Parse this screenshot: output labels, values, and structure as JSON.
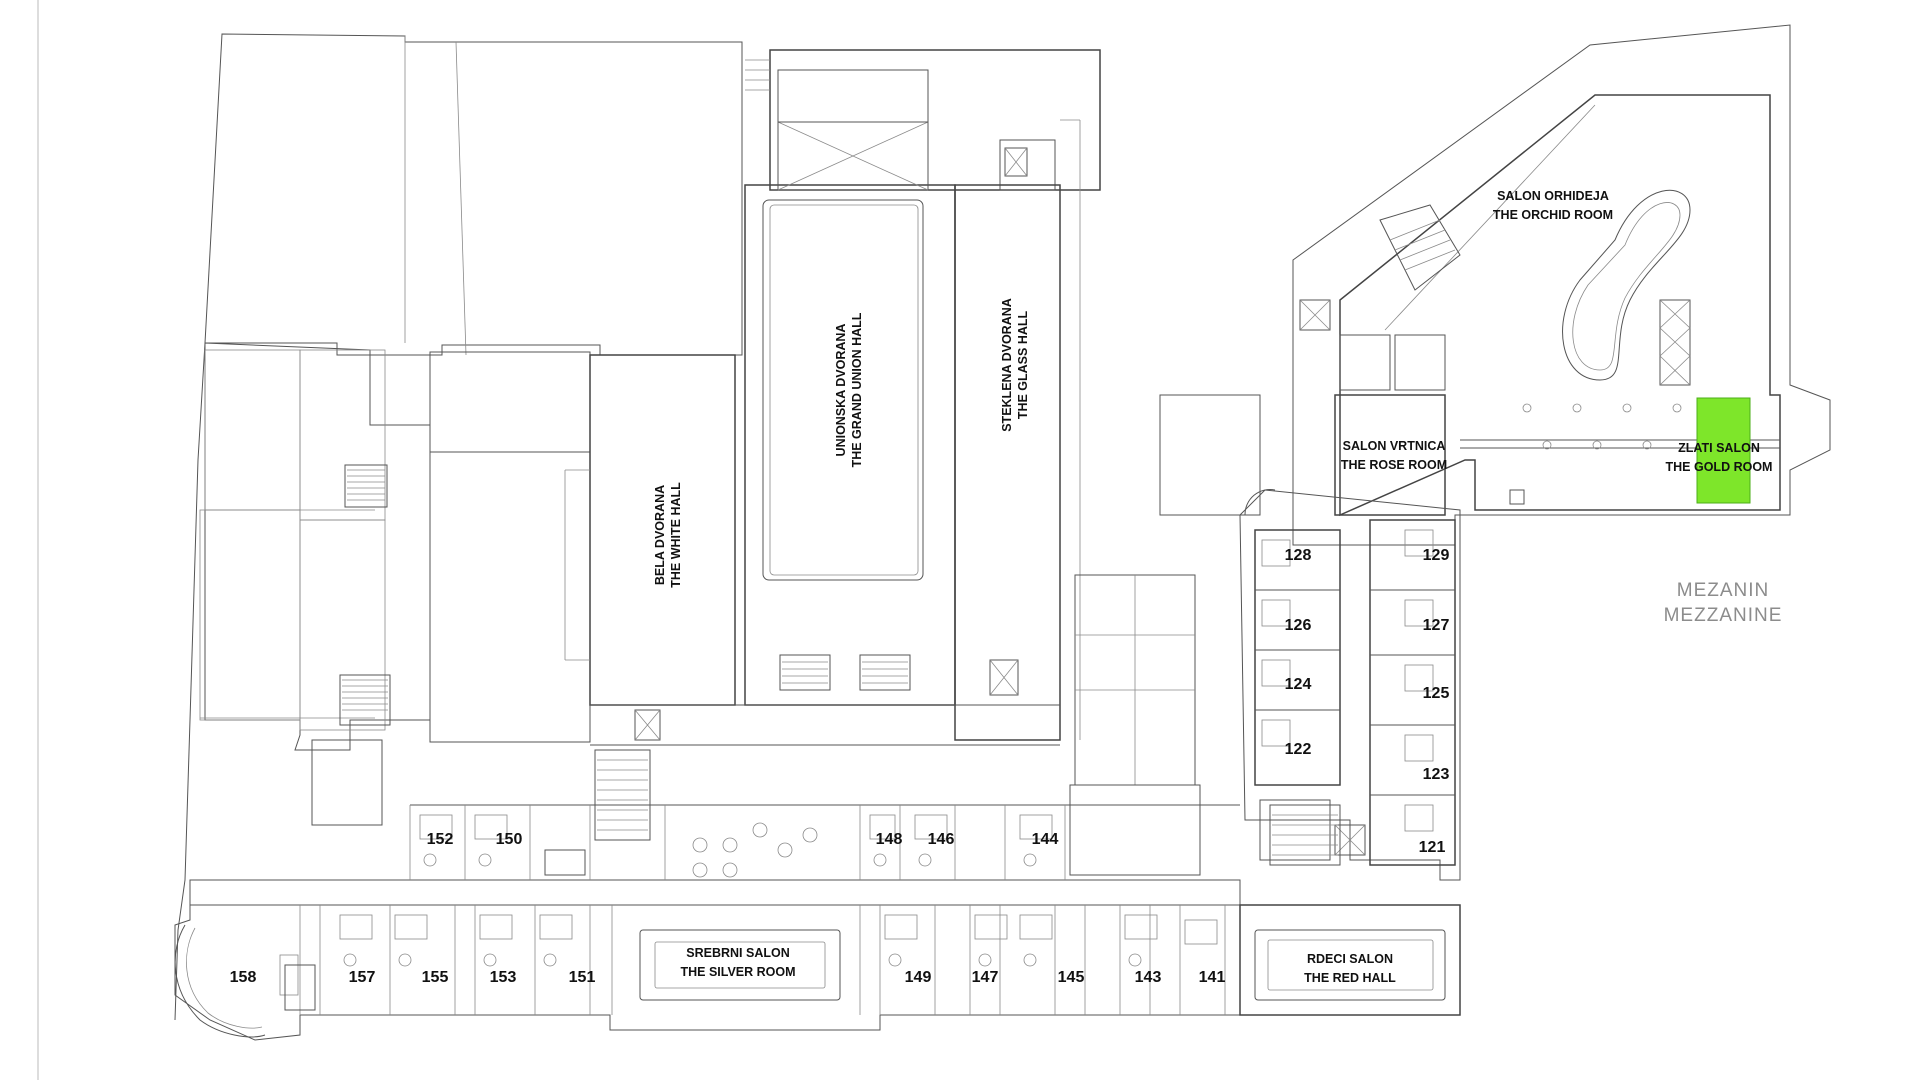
{
  "floor": {
    "name_sr": "MEZANIN",
    "name_en": "MEZZANINE"
  },
  "colors": {
    "highlight": "#7ee62a",
    "walls": "#555555",
    "floor_label": "#8c8c8c"
  },
  "halls": {
    "white": {
      "sr": "BELA DVORANA",
      "en": "THE WHITE HALL"
    },
    "union": {
      "sr": "UNIONSKA DVORANA",
      "en": "THE GRAND UNION HALL"
    },
    "glass": {
      "sr": "STEKLENA DVORANA",
      "en": "THE GLASS HALL"
    },
    "orchid": {
      "sr": "SALON ORHIDEJA",
      "en": "THE ORCHID ROOM"
    },
    "rose": {
      "sr": "SALON VRTNICA",
      "en": "THE ROSE ROOM"
    },
    "gold": {
      "sr": "ZLATI SALON",
      "en": "THE GOLD ROOM"
    },
    "silver": {
      "sr": "SREBRNI SALON",
      "en": "THE SILVER ROOM"
    },
    "red": {
      "sr": "RDECI SALON",
      "en": "THE RED HALL"
    }
  },
  "highlighted_room": "gold",
  "rooms": {
    "r121": "121",
    "r122": "122",
    "r123": "123",
    "r124": "124",
    "r125": "125",
    "r126": "126",
    "r127": "127",
    "r128": "128",
    "r129": "129",
    "r141": "141",
    "r143": "143",
    "r144": "144",
    "r145": "145",
    "r146": "146",
    "r147": "147",
    "r148": "148",
    "r149": "149",
    "r150": "150",
    "r151": "151",
    "r152": "152",
    "r153": "153",
    "r155": "155",
    "r157": "157",
    "r158": "158"
  }
}
